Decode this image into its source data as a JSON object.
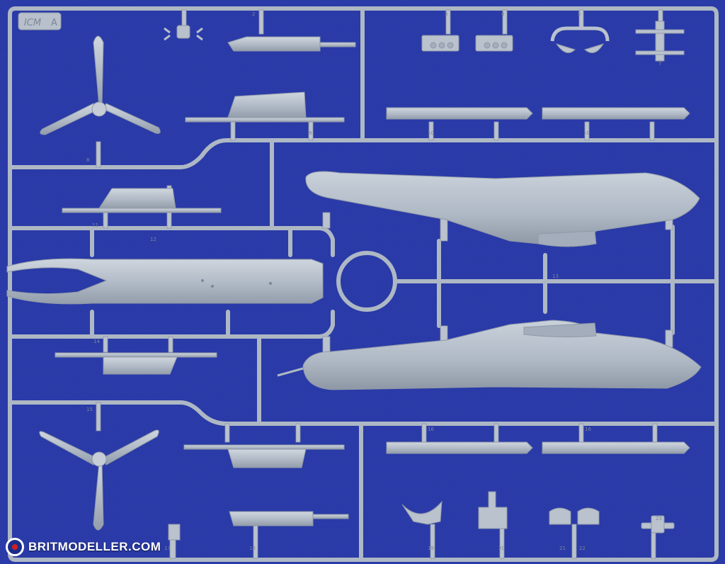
{
  "image": {
    "description_tag": "plastic-model-sprue-on-blue-cloth",
    "colors": {
      "background": "#2a3aa8",
      "plastic": "#aeb8c4",
      "plastic_shadow": "#8e98a6",
      "plastic_highlight": "#d3dae2"
    }
  },
  "sprue": {
    "letter": "A",
    "brand_mark": "ICM",
    "part_numbers": {
      "p2": "2",
      "p3": "3",
      "p4": "4",
      "p5": "5",
      "p6": "6",
      "p7": "7",
      "p8": "8",
      "p9": "9",
      "p10a": "10",
      "p10b": "10",
      "p11": "11",
      "p12": "12",
      "p13": "13",
      "p14": "14",
      "p15": "15",
      "p16a": "16",
      "p16b": "16",
      "p17": "17",
      "p18": "18",
      "p19": "19",
      "p20": "20",
      "p21": "21",
      "p22": "22",
      "p23": "23"
    }
  },
  "watermark": {
    "text": "BRITMODELLER.COM",
    "icon": "roundel-icon"
  }
}
